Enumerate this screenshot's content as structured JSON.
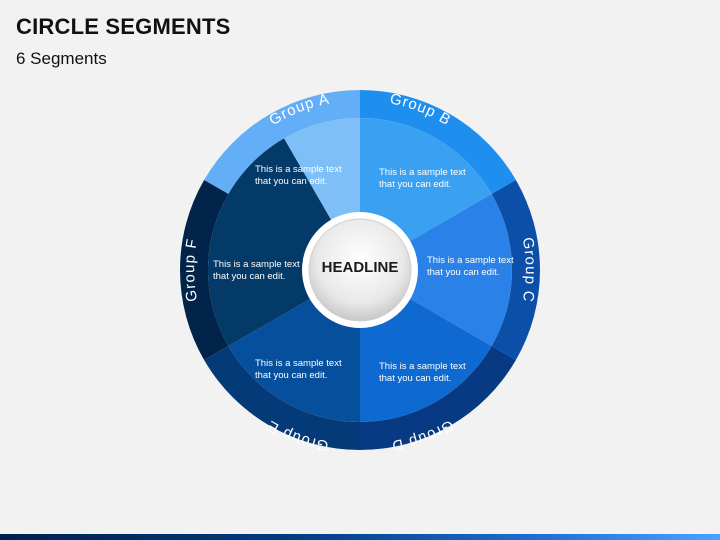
{
  "title": "CIRCLE SEGMENTS",
  "subtitle": "6 Segments",
  "headline": "HEADLINE",
  "segments": [
    {
      "group": "Group A",
      "text_line1": "This is a sample text",
      "text_line2": "that you can edit.",
      "inner_color": "#7ebff7",
      "ring_color": "#62aef7"
    },
    {
      "group": "Group B",
      "text_line1": "This is a sample text",
      "text_line2": "that you can edit.",
      "inner_color": "#3aa1f2",
      "ring_color": "#1e8fef"
    },
    {
      "group": "Group C",
      "text_line1": "This is a sample text",
      "text_line2": "that you can edit.",
      "inner_color": "#2a82e8",
      "ring_color": "#0b4fa8"
    },
    {
      "group": "Group D",
      "text_line1": "This is a sample text",
      "text_line2": "that you can edit.",
      "inner_color": "#0e6ad0",
      "ring_color": "#083a84"
    },
    {
      "group": "Group E",
      "text_line1": "This is a sample text",
      "text_line2": "that you can edit.",
      "inner_color": "#064f9c",
      "ring_color": "#043a78"
    },
    {
      "group": "Group F",
      "text_line1": "This is a sample text",
      "text_line2": "that you can edit.",
      "inner_color": "#033a68",
      "ring_color": "#02244a"
    }
  ]
}
